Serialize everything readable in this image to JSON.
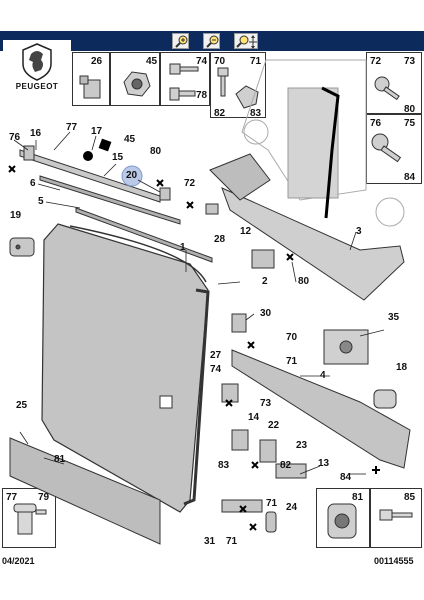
{
  "brand": {
    "name": "PEUGEOT"
  },
  "footer": {
    "date": "04/2021",
    "reference": "00114555"
  },
  "toolbar": {
    "icons": [
      "zoom-in-icon",
      "zoom-out-icon",
      "zoom-fit-icon"
    ]
  },
  "callouts": {
    "c26": "26",
    "c45a": "45",
    "c74": "74",
    "c78": "78",
    "c70": "70",
    "c71a": "71",
    "c82a": "82",
    "c83a": "83",
    "c72a": "72",
    "c73a": "73",
    "c80a": "80",
    "c76a": "76",
    "c75": "75",
    "c84a": "84",
    "c76b": "76",
    "c16": "16",
    "c77a": "77",
    "c17": "17",
    "c45b": "45",
    "c15": "15",
    "c80b": "80",
    "c20": "20",
    "c6": "6",
    "c72b": "72",
    "c5": "5",
    "c19": "19",
    "c28": "28",
    "c12": "12",
    "c3": "3",
    "c80c": "80",
    "c1": "1",
    "c2": "2",
    "c30": "30",
    "c70b": "70",
    "c71b": "71",
    "c35": "35",
    "c27": "27",
    "c74b": "74",
    "c73b": "73",
    "c4": "4",
    "c18": "18",
    "c14": "14",
    "c25": "25",
    "c22": "22",
    "c23": "23",
    "c81a": "81",
    "c83b": "83",
    "c82b": "82",
    "c13": "13",
    "c84b": "84",
    "c71c": "71",
    "c24": "24",
    "c31": "31",
    "c71d": "71",
    "c77b": "77",
    "c79": "79",
    "c81b": "81",
    "c85": "85"
  }
}
